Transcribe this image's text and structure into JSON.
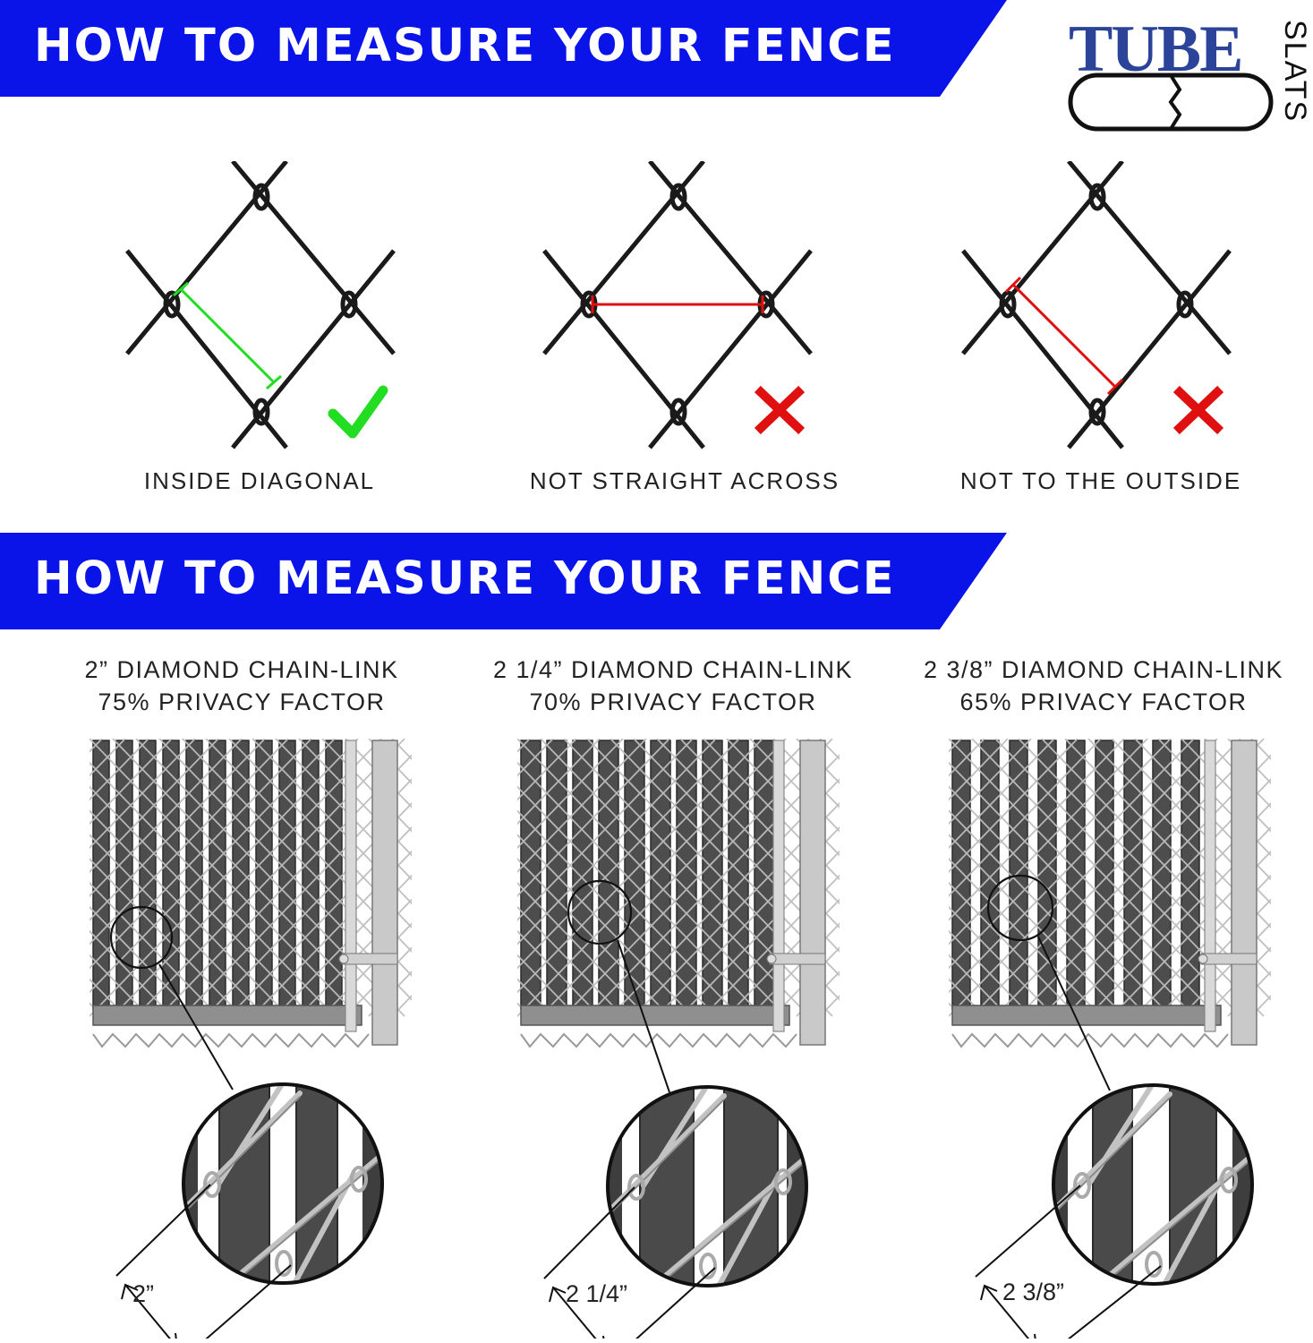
{
  "header": {
    "title_top": "HOW TO MEASURE YOUR FENCE",
    "title_bottom": "HOW TO MEASURE YOUR FENCE",
    "banner_color": "#0a14e8"
  },
  "logo": {
    "word": "TUBE",
    "sub": "SLATS",
    "color": "#2b4499"
  },
  "methods": [
    {
      "label": "INSIDE DIAGONAL",
      "result": "check-icon",
      "line_color": "#22dd22"
    },
    {
      "label": "NOT STRAIGHT ACROSS",
      "result": "x-icon",
      "line_color": "#e01010"
    },
    {
      "label": "NOT TO THE OUTSIDE",
      "result": "x-icon",
      "line_color": "#e01010"
    }
  ],
  "sizes": [
    {
      "title": "2” DIAMOND CHAIN-LINK",
      "privacy": "75% PRIVACY FACTOR",
      "measure": "2”"
    },
    {
      "title": "2 1/4” DIAMOND CHAIN-LINK",
      "privacy": "70% PRIVACY FACTOR",
      "measure": "2 1/4”"
    },
    {
      "title": "2 3/8” DIAMOND CHAIN-LINK",
      "privacy": "65% PRIVACY FACTOR",
      "measure": "2 3/8”"
    }
  ]
}
